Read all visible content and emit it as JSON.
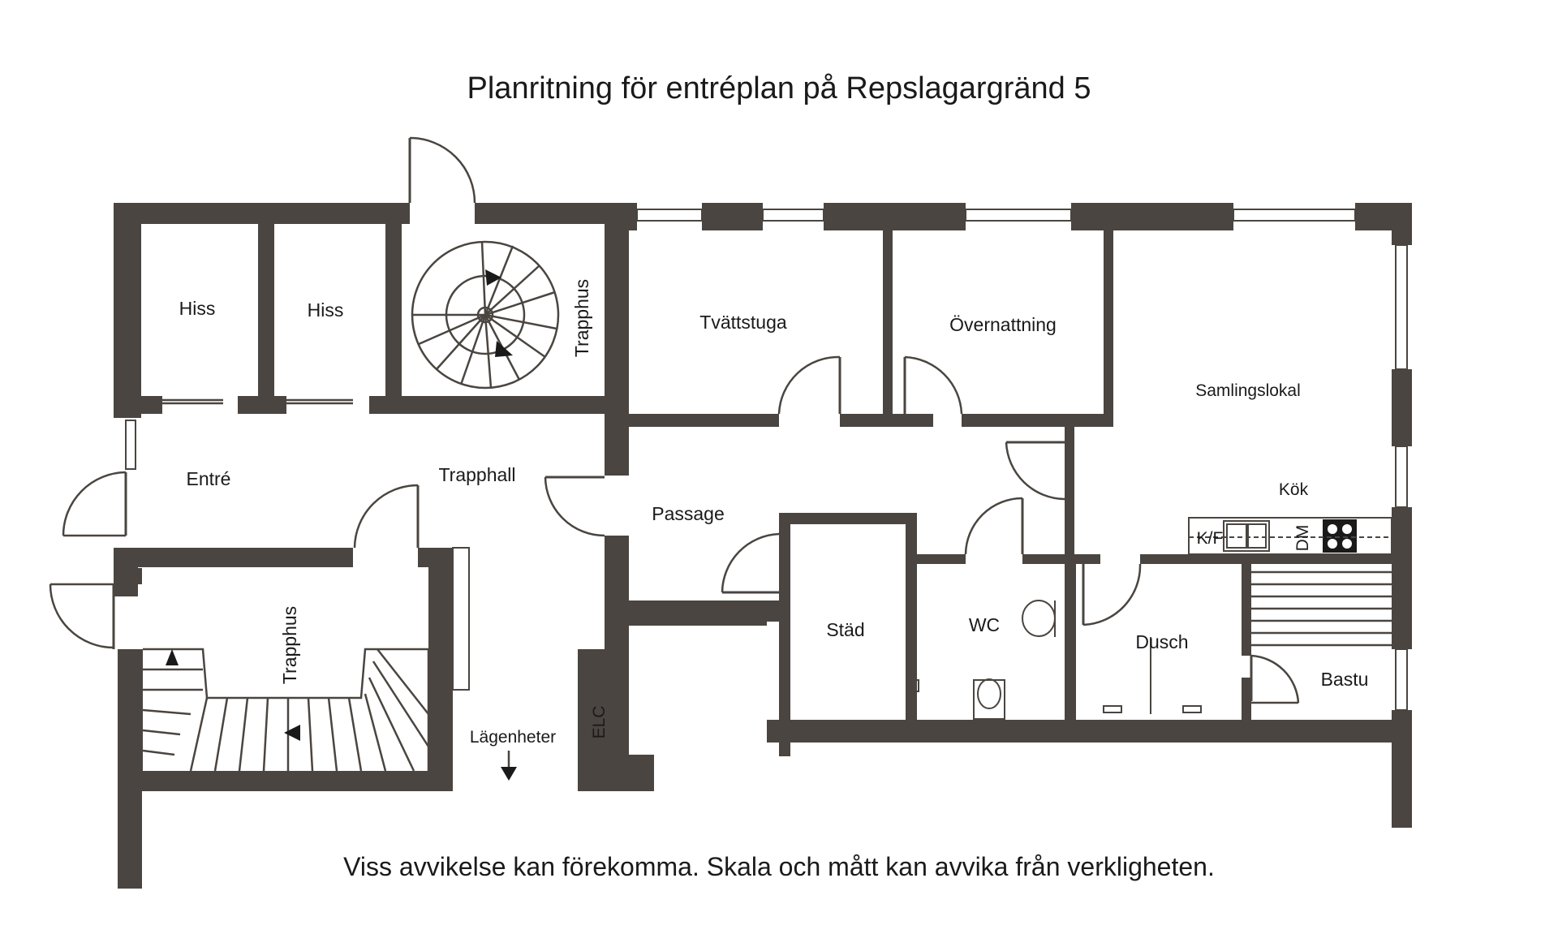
{
  "title": "Planritning för entréplan på Repslagargränd 5",
  "disclaimer": "Viss avvikelse kan förekomma. Skala och mått kan avvika från verkligheten.",
  "rooms": {
    "hiss_1": "Hiss",
    "hiss_2": "Hiss",
    "trapphus_spiral": "Trapphus",
    "tvattstuga": "Tvättstuga",
    "overnattning": "Övernattning",
    "samlingslokal": "Samlingslokal",
    "entre": "Entré",
    "trapphall": "Trapphall",
    "passage": "Passage",
    "kok": "Kök",
    "trapphus_lower": "Trapphus",
    "stad": "Städ",
    "wc": "WC",
    "dusch": "Dusch",
    "bastu": "Bastu",
    "lagenheter": "Lägenheter",
    "elc": "ELC"
  },
  "appliances": {
    "kf": "K/F",
    "dm": "DM"
  },
  "colors": {
    "wall": "#4a4540",
    "background": "#ffffff"
  }
}
